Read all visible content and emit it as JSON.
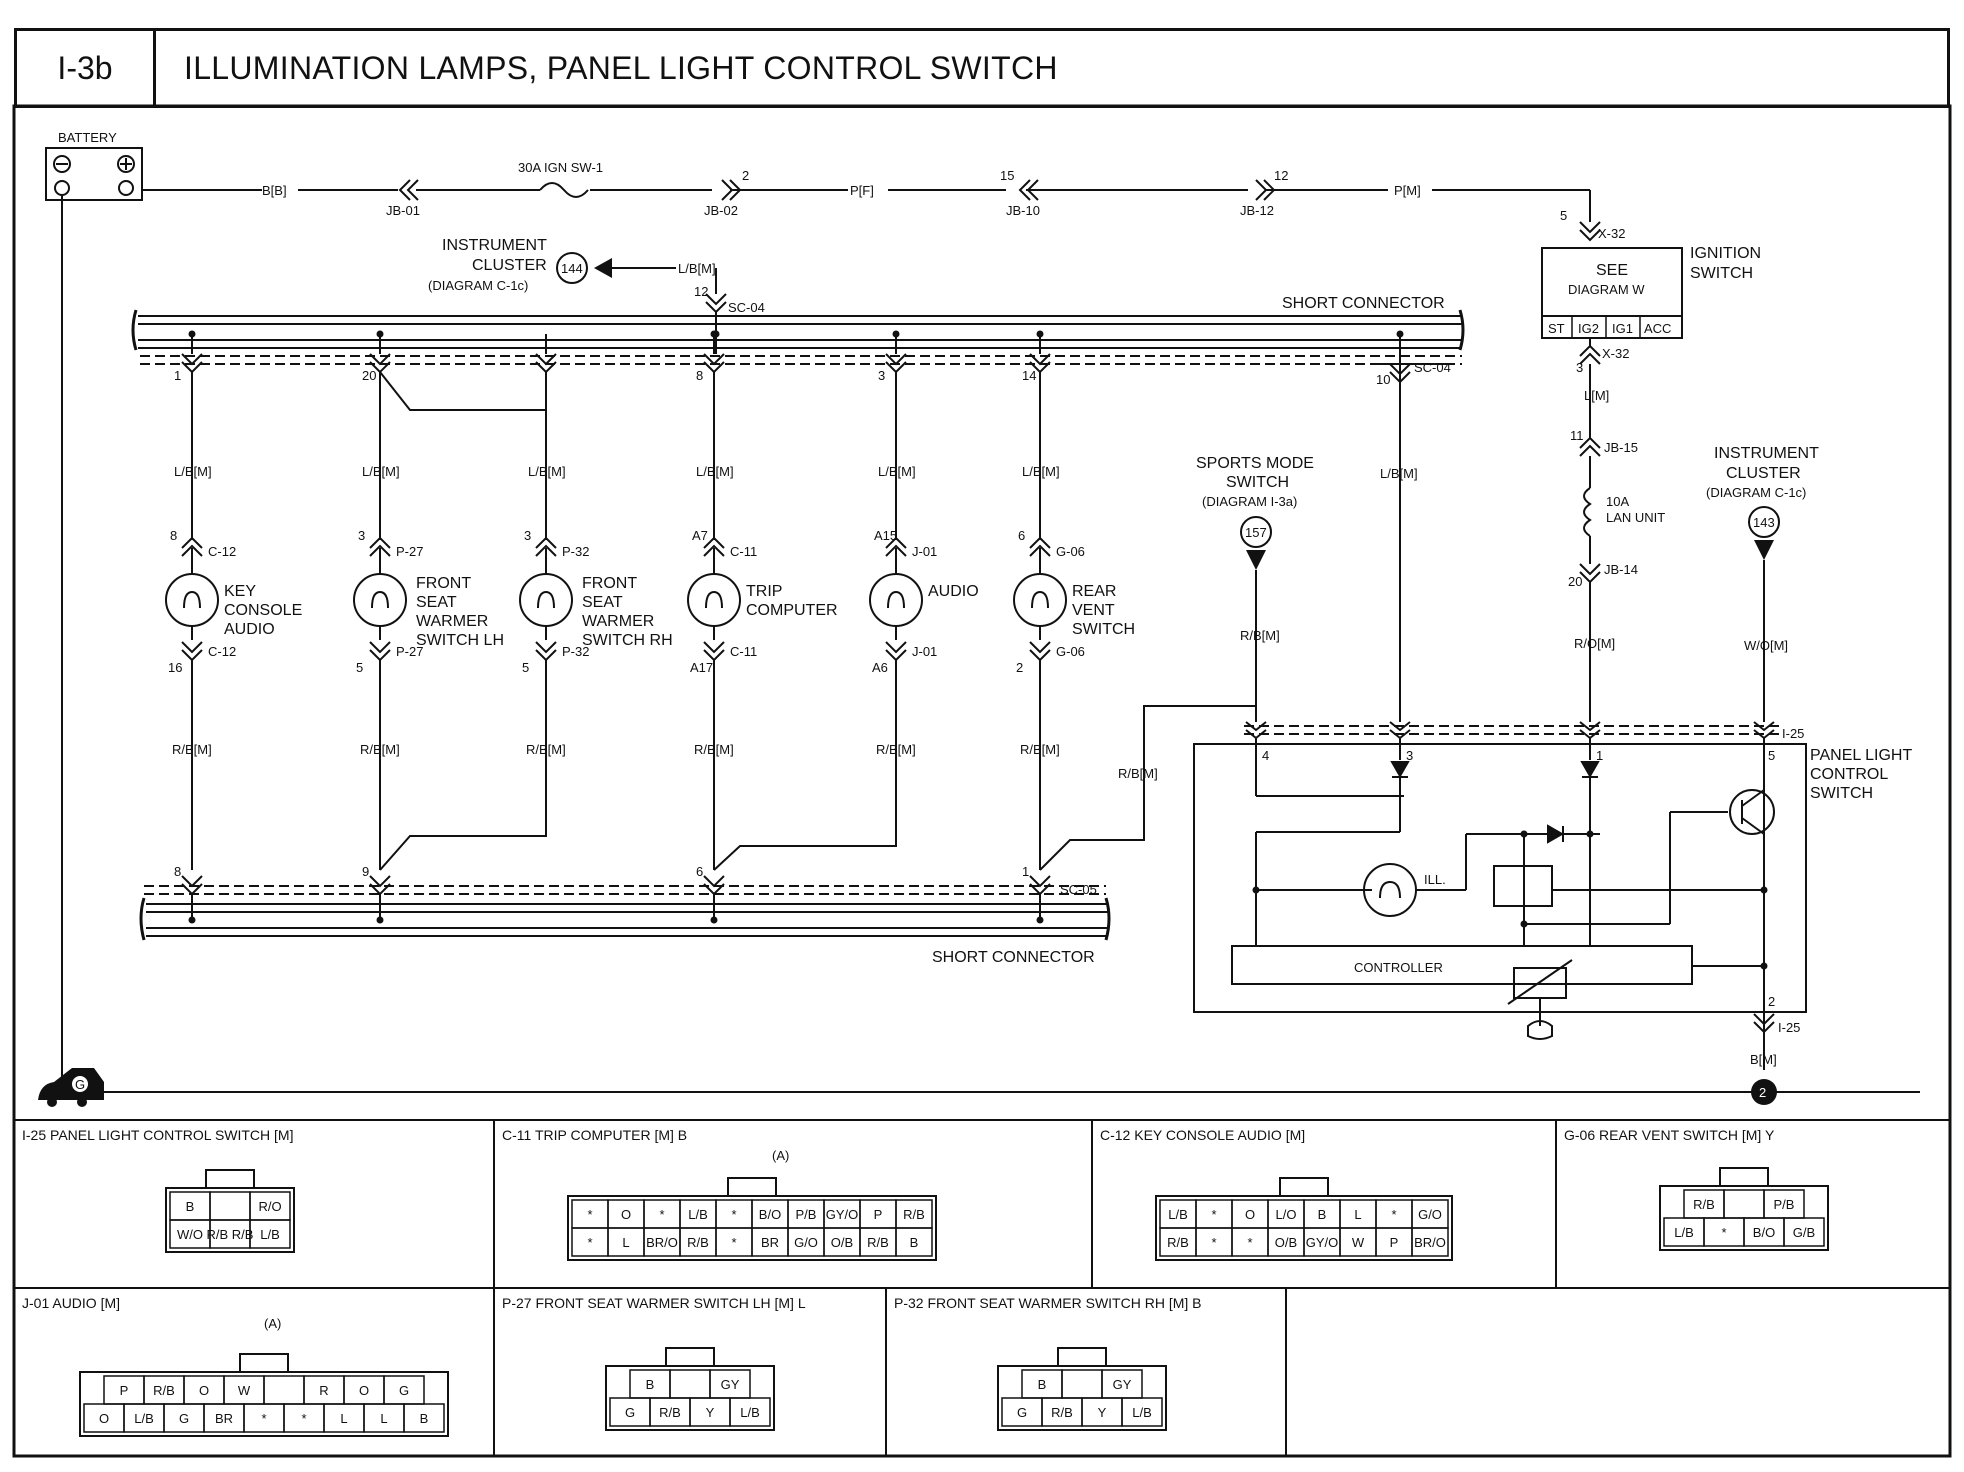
{
  "header": {
    "code": "I-3b",
    "title": "ILLUMINATION LAMPS, PANEL LIGHT CONTROL SWITCH"
  },
  "top": {
    "battery": "BATTERY",
    "fuse": "30A IGN SW-1",
    "wires": {
      "bb": "B[B]",
      "pf": "P[F]",
      "pm": "P[M]",
      "lbm": "L/B[M]",
      "lm": "L[M]",
      "rom": "R/O[M]",
      "wom": "W/O[M]",
      "bm": "B[M]",
      "rbm": "R/B[M]"
    },
    "jb": [
      "JB-01",
      "JB-02",
      "JB-10",
      "JB-12"
    ],
    "pins": {
      "jb02": "2",
      "jb10": "15",
      "jb12": "12"
    },
    "ign_switch": {
      "label1": "IGNITION",
      "label2": "SWITCH",
      "see": "SEE",
      "diagram": "DIAGRAM  W",
      "terms": [
        "ST",
        "IG2",
        "IG1",
        "ACC"
      ],
      "x32": "X-32",
      "pin_top": "5",
      "pin_bot": "3"
    },
    "ic144": {
      "l1": "INSTRUMENT",
      "l2": "CLUSTER",
      "l3": "(DIAGRAM C-1c)",
      "num": "144"
    },
    "ic143": {
      "l1": "INSTRUMENT",
      "l2": "CLUSTER",
      "l3": "(DIAGRAM C-1c)",
      "num": "143"
    },
    "sports": {
      "l1": "SPORTS MODE",
      "l2": "SWITCH",
      "l3": "(DIAGRAM I-3a)",
      "num": "157"
    },
    "short_top": "SHORT CONNECTOR",
    "short_bot": "SHORT CONNECTOR",
    "sc04": "SC-04",
    "sc05": "SC-05",
    "sc04_pins": [
      "1",
      "20",
      "8",
      "3",
      "14",
      "10",
      "12"
    ],
    "sc05_pins": [
      "8",
      "9",
      "6",
      "1"
    ],
    "fuse2": {
      "amp": "10A",
      "name": "LAN UNIT",
      "jb15": "JB-15",
      "jb14": "JB-14",
      "p11": "11",
      "p20": "20"
    },
    "plcs": {
      "l1": "PANEL LIGHT",
      "l2": "CONTROL",
      "l3": "SWITCH",
      "i25": "I-25",
      "pins": [
        "4",
        "3",
        "1",
        "5",
        "2"
      ],
      "ill": "ILL.",
      "controller": "CONTROLLER"
    },
    "ground": "G",
    "ground2": "2"
  },
  "lamps": [
    {
      "name1": "KEY",
      "name2": "CONSOLE",
      "name3": "AUDIO",
      "conn": "C-12",
      "pin_top": "8",
      "pin_bot": "16"
    },
    {
      "name1": "FRONT",
      "name2": "SEAT",
      "name3": "WARMER",
      "name4": "SWITCH LH",
      "conn": "P-27",
      "pin_top": "3",
      "pin_bot": "5"
    },
    {
      "name1": "FRONT",
      "name2": "SEAT",
      "name3": "WARMER",
      "name4": "SWITCH RH",
      "conn": "P-32",
      "pin_top": "3",
      "pin_bot": "5"
    },
    {
      "name1": "TRIP",
      "name2": "COMPUTER",
      "conn": "C-11",
      "pin_top": "A7",
      "pin_bot": "A17"
    },
    {
      "name1": "AUDIO",
      "conn": "J-01",
      "pin_top": "A15",
      "pin_bot": "A6"
    },
    {
      "name1": "REAR",
      "name2": "VENT",
      "name3": "SWITCH",
      "conn": "G-06",
      "pin_top": "6",
      "pin_bot": "2"
    }
  ],
  "connectors": [
    {
      "title": "I-25 PANEL LIGHT CONTROL SWITCH [M]",
      "row1": [
        "B",
        "",
        "R/O"
      ],
      "row2": [
        "W/O",
        "R/B R/B",
        "L/B"
      ]
    },
    {
      "title": "C-11 TRIP COMPUTER  [M] B",
      "tag": "(A)",
      "row1": [
        "*",
        "O",
        "*",
        "L/B",
        "*",
        "B/O",
        "P/B",
        "GY/O",
        "P",
        "R/B"
      ],
      "row2": [
        "*",
        "L",
        "BR/O",
        "R/B",
        "*",
        "BR",
        "G/O",
        "O/B",
        "R/B",
        "B"
      ]
    },
    {
      "title": "C-12 KEY CONSOLE AUDIO [M]",
      "row1": [
        "L/B",
        "*",
        "O",
        "L/O",
        "B",
        "L",
        "*",
        "G/O"
      ],
      "row2": [
        "R/B",
        "*",
        "*",
        "O/B",
        "GY/O",
        "W",
        "P",
        "BR/O"
      ]
    },
    {
      "title": "G-06 REAR VENT SWITCH [M] Y",
      "row1": [
        "R/B",
        "",
        "P/B"
      ],
      "row2": [
        "L/B",
        "*",
        "B/O",
        "G/B"
      ]
    },
    {
      "title": "J-01 AUDIO [M]",
      "tag": "(A)",
      "row1": [
        "P",
        "R/B",
        "O",
        "W",
        "",
        "R",
        "O",
        "G"
      ],
      "row2": [
        "O",
        "L/B",
        "G",
        "BR",
        "*",
        "*",
        "L",
        "L",
        "B"
      ]
    },
    {
      "title": "P-27 FRONT SEAT WARMER SWITCH LH [M] L",
      "row1": [
        "B",
        "",
        "GY"
      ],
      "row2": [
        "G",
        "R/B",
        "Y",
        "L/B"
      ]
    },
    {
      "title": "P-32 FRONT SEAT WARMER SWITCH RH [M] B",
      "row1": [
        "B",
        "",
        "GY"
      ],
      "row2": [
        "G",
        "R/B",
        "Y",
        "L/B"
      ]
    }
  ]
}
